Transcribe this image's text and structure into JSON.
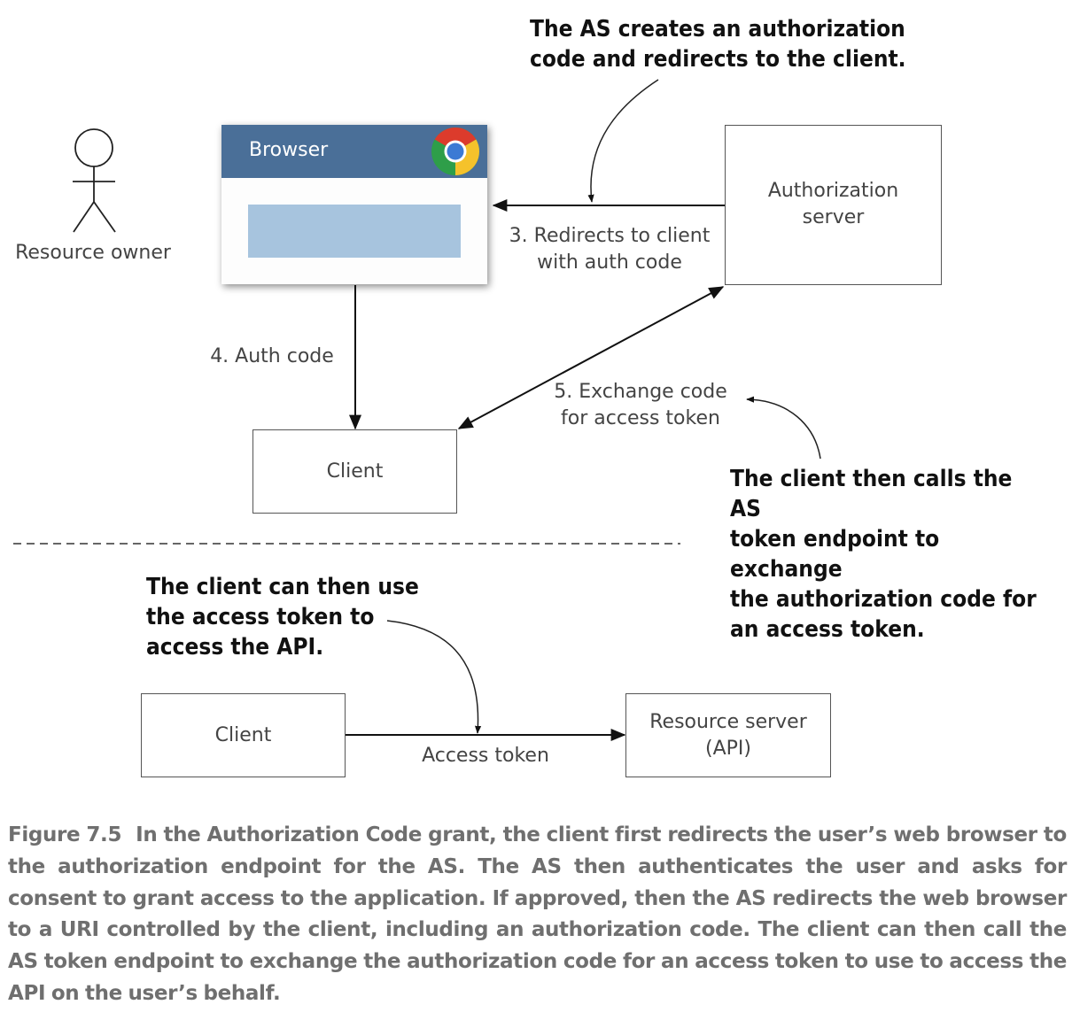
{
  "actor": {
    "label": "Resource owner"
  },
  "browser": {
    "title": "Browser",
    "icon": "chrome-icon"
  },
  "nodes": {
    "authorization_server": "Authorization\nserver",
    "client_top": "Client",
    "client_bottom": "Client",
    "resource_server": "Resource server\n(API)"
  },
  "edges": {
    "redirect": "3. Redirects to client\nwith auth code",
    "auth_code": "4. Auth code",
    "exchange": "5. Exchange code\nfor access token",
    "access_token": "Access token"
  },
  "annotations": {
    "as_creates": "The AS creates an authorization\ncode and redirects to the client.",
    "client_calls": "The client then calls the AS\ntoken endpoint to exchange\nthe authorization code for\nan access token.",
    "client_uses": "The client can then use\nthe access token to\naccess the API."
  },
  "caption": {
    "figure_number": "Figure 7.5",
    "text": "In the Authorization Code grant, the client first redirects the user’s web browser to the authorization endpoint for the AS. The AS then authenticates the user and asks for consent to grant access to the application. If approved, then the AS redirects the web browser to a URI controlled by the client, including an authorization code. The client can then call the AS token endpoint to exchange the authorization code for an access token to use to access the API on the user’s behalf."
  },
  "colors": {
    "browser_bar": "#4a6f98",
    "browser_content": "#a7c4de",
    "caption_text": "#6f6f6f"
  }
}
